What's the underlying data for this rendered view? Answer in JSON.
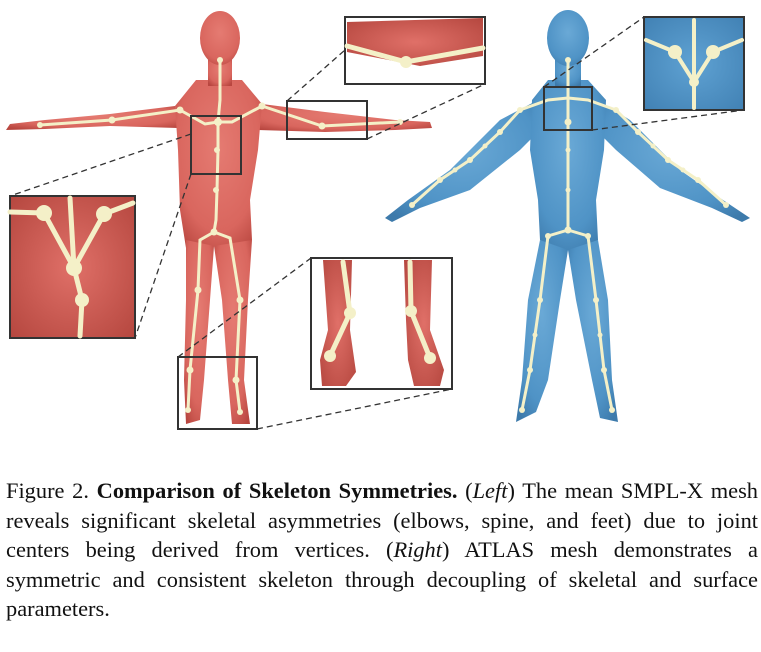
{
  "caption": {
    "figure_label": "Figure 2.",
    "title": "Comparison of Skeleton Symmetries.",
    "left_tag": "Left",
    "left_text": " The mean SMPL-X mesh reveals significant skeletal asymmetries (elbows, spine, and feet) due to joint centers being derived from vertices.",
    "right_tag": "Right",
    "right_text": " ATLAS mesh demonstrates a symmetric and consistent skeleton through decoupling of skeletal and surface parameters."
  },
  "colors": {
    "smplx_body": "#d9665e",
    "smplx_body_shade": "#b8463f",
    "atlas_body": "#4f93c6",
    "atlas_body_shade": "#3d7aab",
    "skeleton": "#f4f0c8",
    "inset_frame": "#333333",
    "background": "#ffffff"
  },
  "icons": {
    "left_figure": "smplx-mesh-with-skeleton",
    "right_figure": "atlas-mesh-with-skeleton"
  }
}
